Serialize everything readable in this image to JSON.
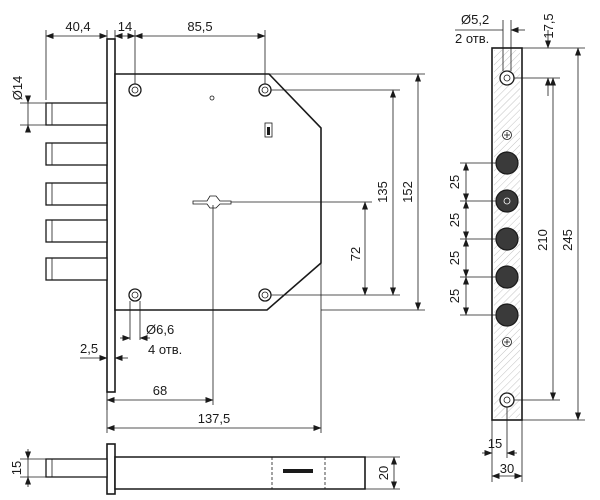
{
  "front_view": {
    "dims": {
      "backset": "40,4",
      "hole_offset": "14",
      "hole_spacing": "85,5",
      "bolt_diameter": "Ø14",
      "height_152": "152",
      "height_135": "135",
      "height_72": "72",
      "hole_diameter": "Ø6,6",
      "hole_count": "4 отв.",
      "faceplate_thickness": "2,5",
      "spindle_offset": "68",
      "body_length": "137,5"
    }
  },
  "side_view": {
    "dims": {
      "hole_diameter": "Ø5,2",
      "hole_count": "2 отв.",
      "top_offset": "17,5",
      "bolt_pitch": [
        "25",
        "25",
        "25",
        "25"
      ],
      "hole_spacing": "210",
      "faceplate_length": "245",
      "hole_inset": "15",
      "faceplate_width": "30"
    }
  },
  "bottom_view": {
    "dims": {
      "bolt_height": "15",
      "body_thickness": "20"
    }
  }
}
